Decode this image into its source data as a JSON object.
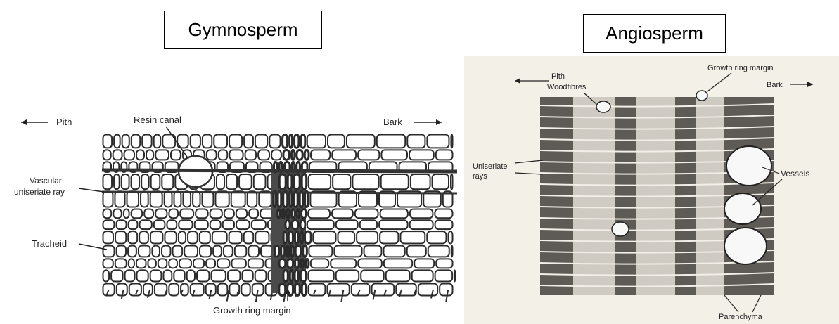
{
  "gymnosperm": {
    "title": "Gymnosperm",
    "labels": {
      "pith": "Pith",
      "bark": "Bark",
      "resin_canal": "Resin canal",
      "vascular_ray_line1": "Vascular",
      "vascular_ray_line2": "uniseriate ray",
      "tracheid": "Tracheid",
      "growth_ring_margin": "Growth ring margin"
    }
  },
  "angiosperm": {
    "title": "Angiosperm",
    "labels": {
      "pith": "Pith",
      "wood_fibres": "Woodfibres",
      "growth_ring_margin": "Growth ring margin",
      "bark": "Bark",
      "uniseriate_line1": "Uniseriate",
      "uniseriate_line2": "rays",
      "vessels": "Vessels",
      "parenchyma": "Parenchyma"
    }
  }
}
